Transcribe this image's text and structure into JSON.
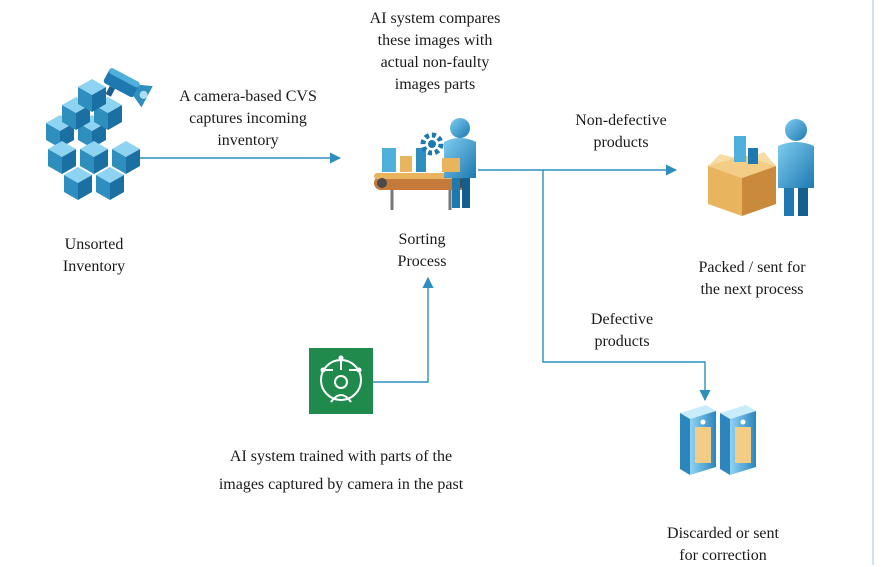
{
  "nodes": {
    "unsorted": {
      "line1": "Unsorted",
      "line2": "Inventory"
    },
    "camera_caption": {
      "line1": "A camera-based CVS",
      "line2": "captures incoming",
      "line3": "inventory"
    },
    "ai_compare": {
      "line1": "AI system compares",
      "line2": "these images with",
      "line3": "actual non-faulty",
      "line4": "images parts"
    },
    "sorting": {
      "line1": "Sorting",
      "line2": "Process"
    },
    "non_defective": {
      "line1": "Non-defective",
      "line2": "products"
    },
    "packed": {
      "line1": "Packed / sent for",
      "line2": "the next process"
    },
    "defective": {
      "line1": "Defective",
      "line2": "products"
    },
    "discarded": {
      "line1": "Discarded or sent",
      "line2": "for correction"
    },
    "ai_trained": {
      "line1": "AI system trained with parts of the",
      "line2": "images captured by camera in the past"
    }
  },
  "colors": {
    "arrow": "#2e8fbf",
    "box_dark": "#1a6fa3",
    "box_light": "#4fb0dc",
    "ai_green": "#1f8a4c",
    "carton": "#e9b45e",
    "person": "#3a9fd2"
  },
  "icons": {
    "camera": "camera-icon",
    "inventory": "stacked-boxes-icon",
    "sorting": "worker-conveyor-icon",
    "packing": "worker-packing-box-icon",
    "ai": "ai-brain-person-icon",
    "discard": "server-bins-icon"
  }
}
